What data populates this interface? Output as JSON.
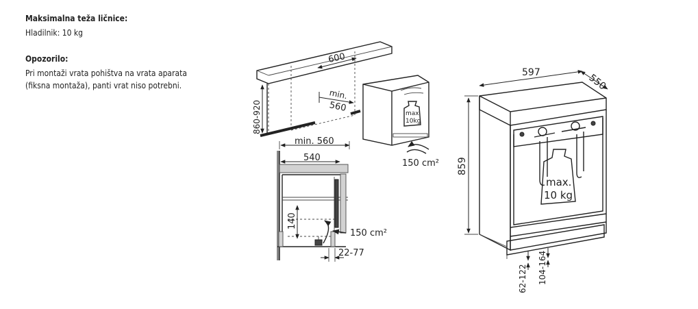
{
  "info": {
    "max_weight_heading": "Maksimalna teža ličnice:",
    "max_weight_text": "Hladilnik: 10 kg",
    "warning_heading": "Opozorilo:",
    "warning_text_1": "Pri montaži vrata pohištva na vrata aparata",
    "warning_text_2": "(fiksna montaža), panti vrat niso potrebni."
  },
  "installation_diagram": {
    "niche_width": "600",
    "min_depth_line1": "min.",
    "min_depth_line2": "560",
    "niche_height": "860-920",
    "vent_area": "150 cm²",
    "weight_label_1": "max.",
    "weight_label_2": "10kg"
  },
  "section_diagram": {
    "min_depth": "min. 560",
    "depth": "540",
    "plinth_height": "140",
    "vent_area": "150 cm²",
    "gap": "22-77"
  },
  "appliance_diagram": {
    "width": "597",
    "depth": "550",
    "height": "859",
    "weight_label_1": "max.",
    "weight_label_2": "10 kg",
    "foot_range_1": "62-122",
    "foot_range_2": "104-164"
  }
}
